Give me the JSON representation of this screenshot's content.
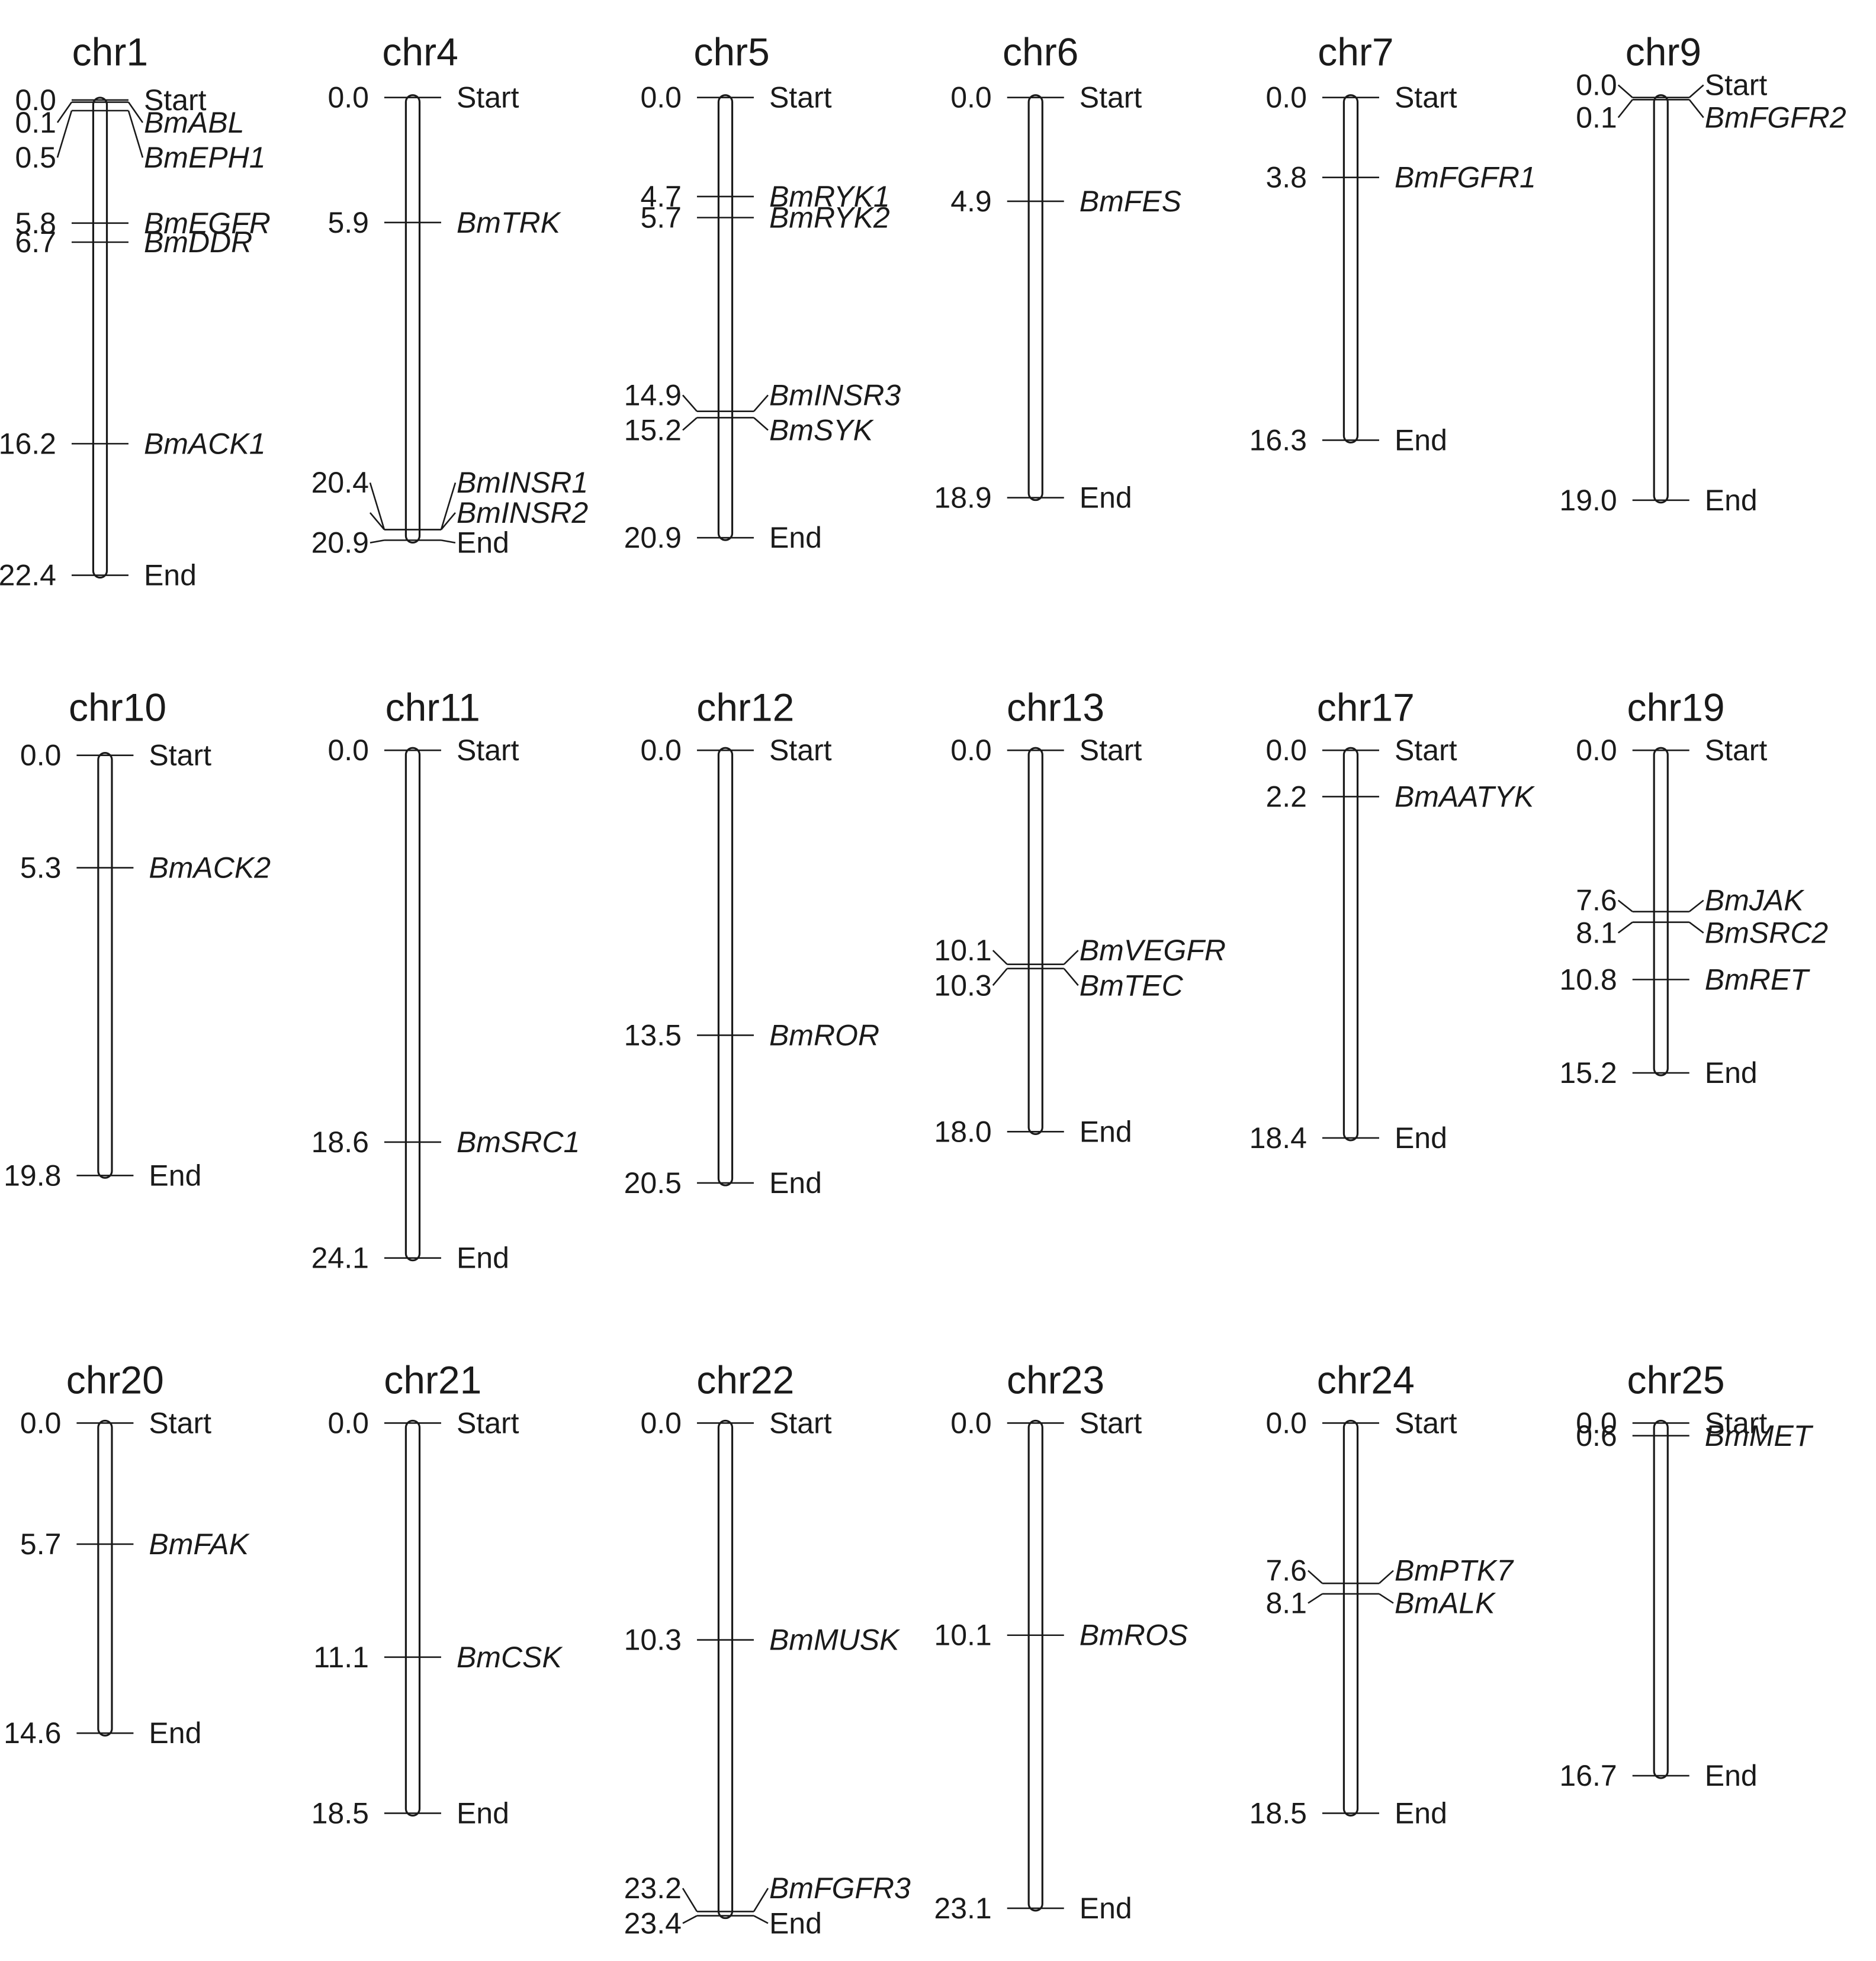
{
  "chromosomes": [
    {
      "name": "chr1",
      "markers": [
        {
          "pos": "0.0",
          "label": "Start"
        },
        {
          "pos": "0.1",
          "label": "BmABL",
          "gene": true
        },
        {
          "pos": "0.5",
          "label": "BmEPH1",
          "gene": true
        },
        {
          "pos": "5.8",
          "label": "BmEGFR",
          "gene": true
        },
        {
          "pos": "6.7",
          "label": "BmDDR",
          "gene": true
        },
        {
          "pos": "16.2",
          "label": "BmACK1",
          "gene": true
        },
        {
          "pos": "22.4",
          "label": "End"
        }
      ]
    },
    {
      "name": "chr4",
      "markers": [
        {
          "pos": "0.0",
          "label": "Start"
        },
        {
          "pos": "5.9",
          "label": "BmTRK",
          "gene": true
        },
        {
          "pos": "20.4",
          "label": "BmINSR1",
          "gene": true
        },
        {
          "pos": "",
          "label": "BmINSR2",
          "gene": true
        },
        {
          "pos": "20.9",
          "label": "End"
        }
      ]
    },
    {
      "name": "chr5",
      "markers": [
        {
          "pos": "0.0",
          "label": "Start"
        },
        {
          "pos": "4.7",
          "label": "BmRYK1",
          "gene": true
        },
        {
          "pos": "5.7",
          "label": "BmRYK2",
          "gene": true
        },
        {
          "pos": "14.9",
          "label": "BmINSR3",
          "gene": true
        },
        {
          "pos": "15.2",
          "label": "BmSYK",
          "gene": true
        },
        {
          "pos": "20.9",
          "label": "End"
        }
      ]
    },
    {
      "name": "chr6",
      "markers": [
        {
          "pos": "0.0",
          "label": "Start"
        },
        {
          "pos": "4.9",
          "label": "BmFES",
          "gene": true
        },
        {
          "pos": "18.9",
          "label": "End"
        }
      ]
    },
    {
      "name": "chr7",
      "markers": [
        {
          "pos": "0.0",
          "label": "Start"
        },
        {
          "pos": "3.8",
          "label": "BmFGFR1",
          "gene": true
        },
        {
          "pos": "16.3",
          "label": "End"
        }
      ]
    },
    {
      "name": "chr9",
      "markers": [
        {
          "pos": "0.0",
          "label": "Start"
        },
        {
          "pos": "0.1",
          "label": "BmFGFR2",
          "gene": true
        },
        {
          "pos": "19.0",
          "label": "End"
        }
      ]
    },
    {
      "name": "chr10",
      "markers": [
        {
          "pos": "0.0",
          "label": "Start"
        },
        {
          "pos": "5.3",
          "label": "BmACK2",
          "gene": true
        },
        {
          "pos": "19.8",
          "label": "End"
        }
      ]
    },
    {
      "name": "chr11",
      "markers": [
        {
          "pos": "0.0",
          "label": "Start"
        },
        {
          "pos": "18.6",
          "label": "BmSRC1",
          "gene": true
        },
        {
          "pos": "24.1",
          "label": "End"
        }
      ]
    },
    {
      "name": "chr12",
      "markers": [
        {
          "pos": "0.0",
          "label": "Start"
        },
        {
          "pos": "13.5",
          "label": "BmROR",
          "gene": true
        },
        {
          "pos": "20.5",
          "label": "End"
        }
      ]
    },
    {
      "name": "chr13",
      "markers": [
        {
          "pos": "0.0",
          "label": "Start"
        },
        {
          "pos": "10.1",
          "label": "BmVEGFR",
          "gene": true
        },
        {
          "pos": "10.3",
          "label": "BmTEC",
          "gene": true
        },
        {
          "pos": "18.0",
          "label": "End"
        }
      ]
    },
    {
      "name": "chr17",
      "markers": [
        {
          "pos": "0.0",
          "label": "Start"
        },
        {
          "pos": "2.2",
          "label": "BmAATYK",
          "gene": true
        },
        {
          "pos": "18.4",
          "label": "End"
        }
      ]
    },
    {
      "name": "chr19",
      "markers": [
        {
          "pos": "0.0",
          "label": "Start"
        },
        {
          "pos": "7.6",
          "label": "BmJAK",
          "gene": true
        },
        {
          "pos": "8.1",
          "label": "BmSRC2",
          "gene": true
        },
        {
          "pos": "10.8",
          "label": "BmRET",
          "gene": true
        },
        {
          "pos": "15.2",
          "label": "End"
        }
      ]
    },
    {
      "name": "chr20",
      "markers": [
        {
          "pos": "0.0",
          "label": "Start"
        },
        {
          "pos": "5.7",
          "label": "BmFAK",
          "gene": true
        },
        {
          "pos": "14.6",
          "label": "End"
        }
      ]
    },
    {
      "name": "chr21",
      "markers": [
        {
          "pos": "0.0",
          "label": "Start"
        },
        {
          "pos": "11.1",
          "label": "BmCSK",
          "gene": true
        },
        {
          "pos": "18.5",
          "label": "End"
        }
      ]
    },
    {
      "name": "chr22",
      "markers": [
        {
          "pos": "0.0",
          "label": "Start"
        },
        {
          "pos": "10.3",
          "label": "BmMUSK",
          "gene": true
        },
        {
          "pos": "23.2",
          "label": "BmFGFR3",
          "gene": true
        },
        {
          "pos": "23.4",
          "label": "End"
        }
      ]
    },
    {
      "name": "chr23",
      "markers": [
        {
          "pos": "0.0",
          "label": "Start"
        },
        {
          "pos": "10.1",
          "label": "BmROS",
          "gene": true
        },
        {
          "pos": "23.1",
          "label": "End"
        }
      ]
    },
    {
      "name": "chr24",
      "markers": [
        {
          "pos": "0.0",
          "label": "Start"
        },
        {
          "pos": "7.6",
          "label": "BmPTK7",
          "gene": true
        },
        {
          "pos": "8.1",
          "label": "BmALK",
          "gene": true
        },
        {
          "pos": "18.5",
          "label": "End"
        }
      ]
    },
    {
      "name": "chr25",
      "markers": [
        {
          "pos": "0.0",
          "label": "Start"
        },
        {
          "pos": "0.6",
          "label": "BmMET",
          "gene": true
        },
        {
          "pos": "16.7",
          "label": "End"
        }
      ]
    }
  ]
}
